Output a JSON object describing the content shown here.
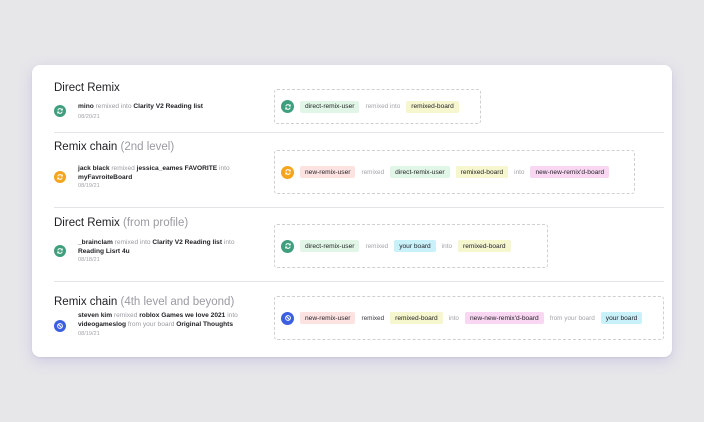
{
  "colors": {
    "teal_icon": "#3f9e7c",
    "orange_icon": "#f4a41d",
    "blue_icon": "#3b5fe0"
  },
  "rows": [
    {
      "title": "Direct Remix",
      "title_sub": "",
      "icon": "remix-cycle-icon",
      "desc": {
        "user": "mino",
        "t1": " remixed into ",
        "board": "Clarity V2 Reading list"
      },
      "date": "08/20/21",
      "flow": {
        "a": "direct-remix-user",
        "w1": "remixed into",
        "b": "remixed-board"
      }
    },
    {
      "title": "Remix chain",
      "title_sub": "(2nd level)",
      "icon": "remix-chain-icon",
      "desc": {
        "user": "jack black",
        "t1": " remixed ",
        "mid": "jessica_eames FAVORITE",
        "t2": " into",
        "board": "myFavroiteBoard"
      },
      "date": "08/19/21",
      "flow": {
        "a": "new-remix-user",
        "w1": "remixed",
        "b": "direct-remix-user",
        "c": "remixed-board",
        "w2": "into",
        "d": "new-new-remix'd-board"
      }
    },
    {
      "title": "Direct Remix",
      "title_sub": "(from profile)",
      "icon": "remix-cycle-icon",
      "desc": {
        "user": "_brainclam",
        "t1": " remixed into ",
        "mid": "Clarity V2 Reading list",
        "t2": " into",
        "board": "Reading Lisrt 4u"
      },
      "date": "08/18/21",
      "flow": {
        "a": "direct-remix-user",
        "w1": "remixed",
        "b": "your board",
        "w2": "into",
        "c": "remixed-board"
      }
    },
    {
      "title": "Remix chain",
      "title_sub": "(4th level and beyond)",
      "icon": "remix-block-icon",
      "desc": {
        "user": "steven kim",
        "t1": " remixed ",
        "mid": "roblox Games we love 2021",
        "t2": " into",
        "line2a": "videogameslog",
        "t3": " from your board ",
        "board": "Original Thoughts"
      },
      "date": "08/19/21",
      "flow": {
        "a": "new-remix-user",
        "w1": "remixed",
        "b": "remixed-board",
        "w2": "into",
        "c": "new-new-remix'd-board",
        "w3": "from your board",
        "d": "your board"
      }
    }
  ]
}
